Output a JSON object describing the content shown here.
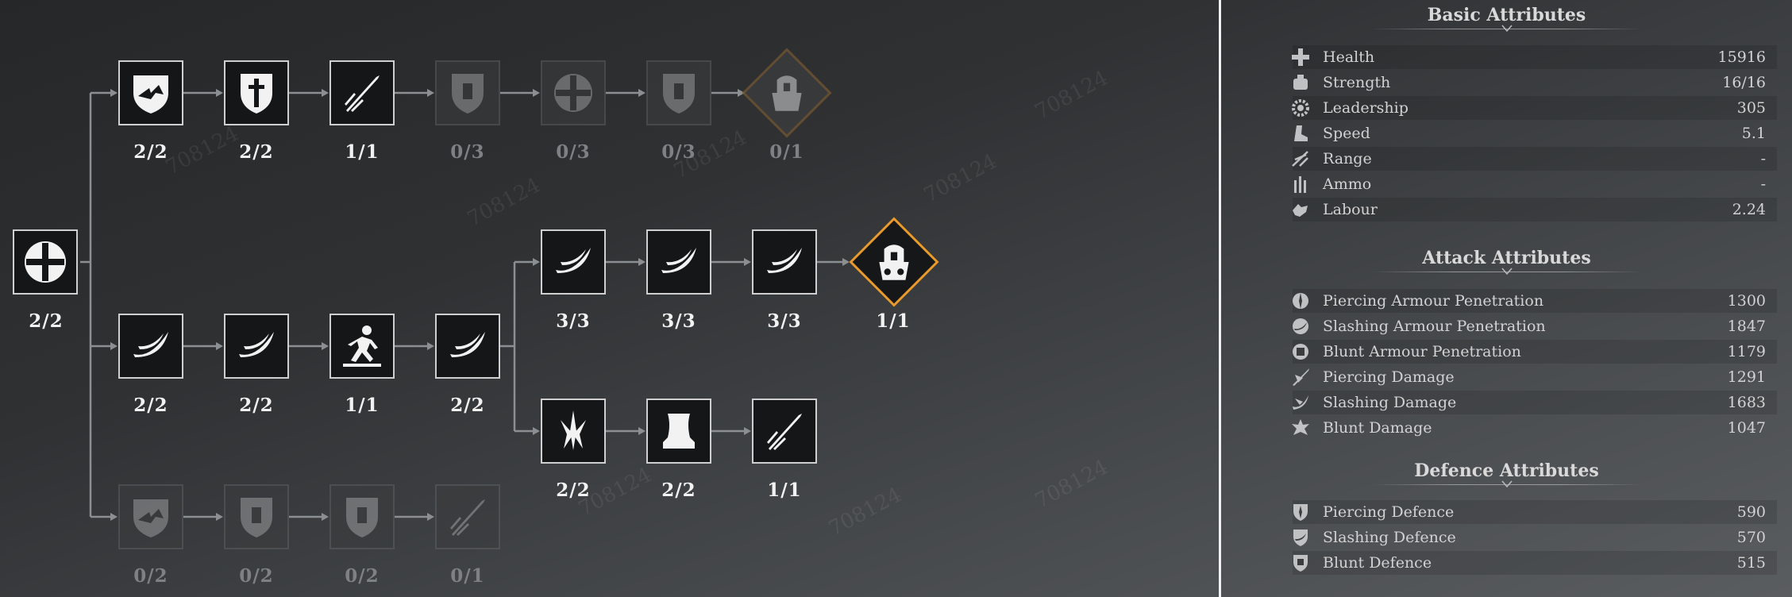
{
  "tree": {
    "root": {
      "icon": "cross-shield-icon",
      "level": "2/2"
    },
    "top_branch": [
      {
        "icon": "eagle-crest-shield-icon",
        "level": "2/2",
        "locked": false
      },
      {
        "icon": "sword-shield-icon",
        "level": "2/2",
        "locked": false
      },
      {
        "icon": "spear-thrust-icon",
        "level": "1/1",
        "locked": false
      },
      {
        "icon": "tower-shield-icon",
        "level": "0/3",
        "locked": true
      },
      {
        "icon": "cross-shield-icon",
        "level": "0/3",
        "locked": true
      },
      {
        "icon": "tower-shield-icon",
        "level": "0/3",
        "locked": true
      },
      {
        "icon": "helmet-warrior-icon",
        "level": "0/1",
        "locked": true
      }
    ],
    "middle_branch": [
      {
        "icon": "slash-swoosh-icon",
        "level": "2/2"
      },
      {
        "icon": "slash-swoosh-icon",
        "level": "2/2"
      },
      {
        "icon": "sprint-icon",
        "level": "1/1"
      },
      {
        "icon": "slash-swoosh-icon",
        "level": "2/2"
      }
    ],
    "upper_sub_branch": [
      {
        "icon": "slash-swoosh-icon",
        "level": "3/3"
      },
      {
        "icon": "slash-swoosh-icon",
        "level": "3/3"
      },
      {
        "icon": "slash-swoosh-icon",
        "level": "3/3"
      },
      {
        "icon": "helmet-warrior-icon",
        "level": "1/1"
      }
    ],
    "lower_sub_branch": [
      {
        "icon": "spike-burst-icon",
        "level": "2/2"
      },
      {
        "icon": "anvil-icon",
        "level": "2/2"
      },
      {
        "icon": "spear-thrust-icon",
        "level": "1/1"
      }
    ],
    "bottom_branch": [
      {
        "icon": "eagle-crest-shield-icon",
        "level": "0/2",
        "locked": true
      },
      {
        "icon": "tower-shield-icon",
        "level": "0/2",
        "locked": true
      },
      {
        "icon": "tower-shield-icon",
        "level": "0/2",
        "locked": true
      },
      {
        "icon": "spear-thrust-icon",
        "level": "0/1",
        "locked": true
      }
    ],
    "watermark": "708124"
  },
  "attributes": {
    "basic": {
      "title": "Basic Attributes",
      "rows": [
        {
          "icon": "health-cross-icon",
          "label": "Health",
          "value": "15916"
        },
        {
          "icon": "strength-icon",
          "label": "Strength",
          "value": "16/16"
        },
        {
          "icon": "leadership-gear-icon",
          "label": "Leadership",
          "value": "305"
        },
        {
          "icon": "speed-boot-icon",
          "label": "Speed",
          "value": "5.1"
        },
        {
          "icon": "range-arrows-icon",
          "label": "Range",
          "value": "-"
        },
        {
          "icon": "ammo-icon",
          "label": "Ammo",
          "value": "-"
        },
        {
          "icon": "labour-hand-icon",
          "label": "Labour",
          "value": "2.24"
        }
      ]
    },
    "attack": {
      "title": "Attack Attributes",
      "rows": [
        {
          "icon": "piercing-penetration-icon",
          "label": "Piercing Armour Penetration",
          "value": "1300"
        },
        {
          "icon": "slashing-penetration-icon",
          "label": "Slashing Armour Penetration",
          "value": "1847"
        },
        {
          "icon": "blunt-penetration-icon",
          "label": "Blunt Armour Penetration",
          "value": "1179"
        },
        {
          "icon": "piercing-damage-icon",
          "label": "Piercing Damage",
          "value": "1291"
        },
        {
          "icon": "slashing-damage-icon",
          "label": "Slashing Damage",
          "value": "1683"
        },
        {
          "icon": "blunt-damage-icon",
          "label": "Blunt Damage",
          "value": "1047"
        }
      ]
    },
    "defence": {
      "title": "Defence Attributes",
      "rows": [
        {
          "icon": "piercing-defence-icon",
          "label": "Piercing Defence",
          "value": "590"
        },
        {
          "icon": "slashing-defence-icon",
          "label": "Slashing Defence",
          "value": "570"
        },
        {
          "icon": "blunt-defence-icon",
          "label": "Blunt Defence",
          "value": "515"
        }
      ]
    }
  }
}
